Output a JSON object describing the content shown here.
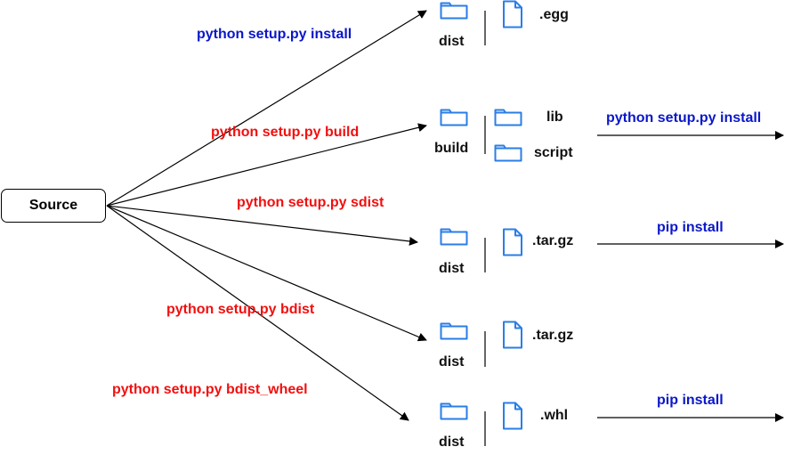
{
  "source": {
    "label": "Source"
  },
  "commands": {
    "install": "python setup.py install",
    "build": "python setup.py build",
    "sdist": "python setup.py sdist",
    "bdist": "python setup.py bdist",
    "bdist_wheel": "python setup.py bdist_wheel"
  },
  "outputs": {
    "install": {
      "folder": "dist",
      "file": ".egg"
    },
    "build": {
      "folder": "build",
      "sub_lib": "lib",
      "sub_script": "script"
    },
    "sdist": {
      "folder": "dist",
      "file": ".tar.gz"
    },
    "bdist": {
      "folder": "dist",
      "file": ".tar.gz"
    },
    "bdist_wheel": {
      "folder": "dist",
      "file": ".whl"
    }
  },
  "next_steps": {
    "build": "python setup.py install",
    "sdist": "pip install",
    "bdist_wheel": "pip install"
  },
  "colors": {
    "blue_text": "#0a17c8",
    "red_text": "#f20f0f",
    "icon_stroke": "#2a7ee6",
    "line": "#000000"
  }
}
